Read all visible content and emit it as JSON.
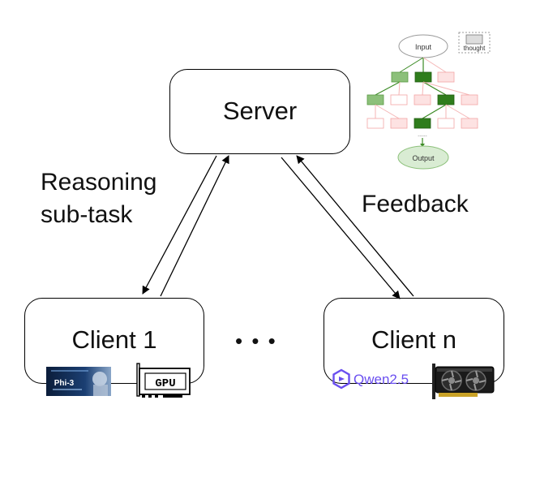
{
  "server": {
    "label": "Server"
  },
  "clients": [
    {
      "label": "Client 1",
      "model_logo_text": "Phi-3",
      "hardware_label": "GPU"
    },
    {
      "label": "Client n",
      "model_logo_text": "Qwen2.5"
    }
  ],
  "ellipsis": "• • •",
  "edges": {
    "down_label": "Reasoning sub-task",
    "down_label_lines": [
      "Reasoning",
      "sub-task"
    ],
    "up_label": "Feedback"
  },
  "thought_tree": {
    "input_label": "Input",
    "output_label": "Output",
    "legend_label": "thought",
    "dots": "......",
    "colors": {
      "selected": "#3a8a23",
      "explored": "#8cc07a",
      "rejected_fill": "#fde2e2",
      "rejected_stroke": "#f3a6a6",
      "edge_green": "#3a8a23",
      "edge_pink": "#f5b5b5",
      "node_fill": "#d9ecd3"
    }
  }
}
